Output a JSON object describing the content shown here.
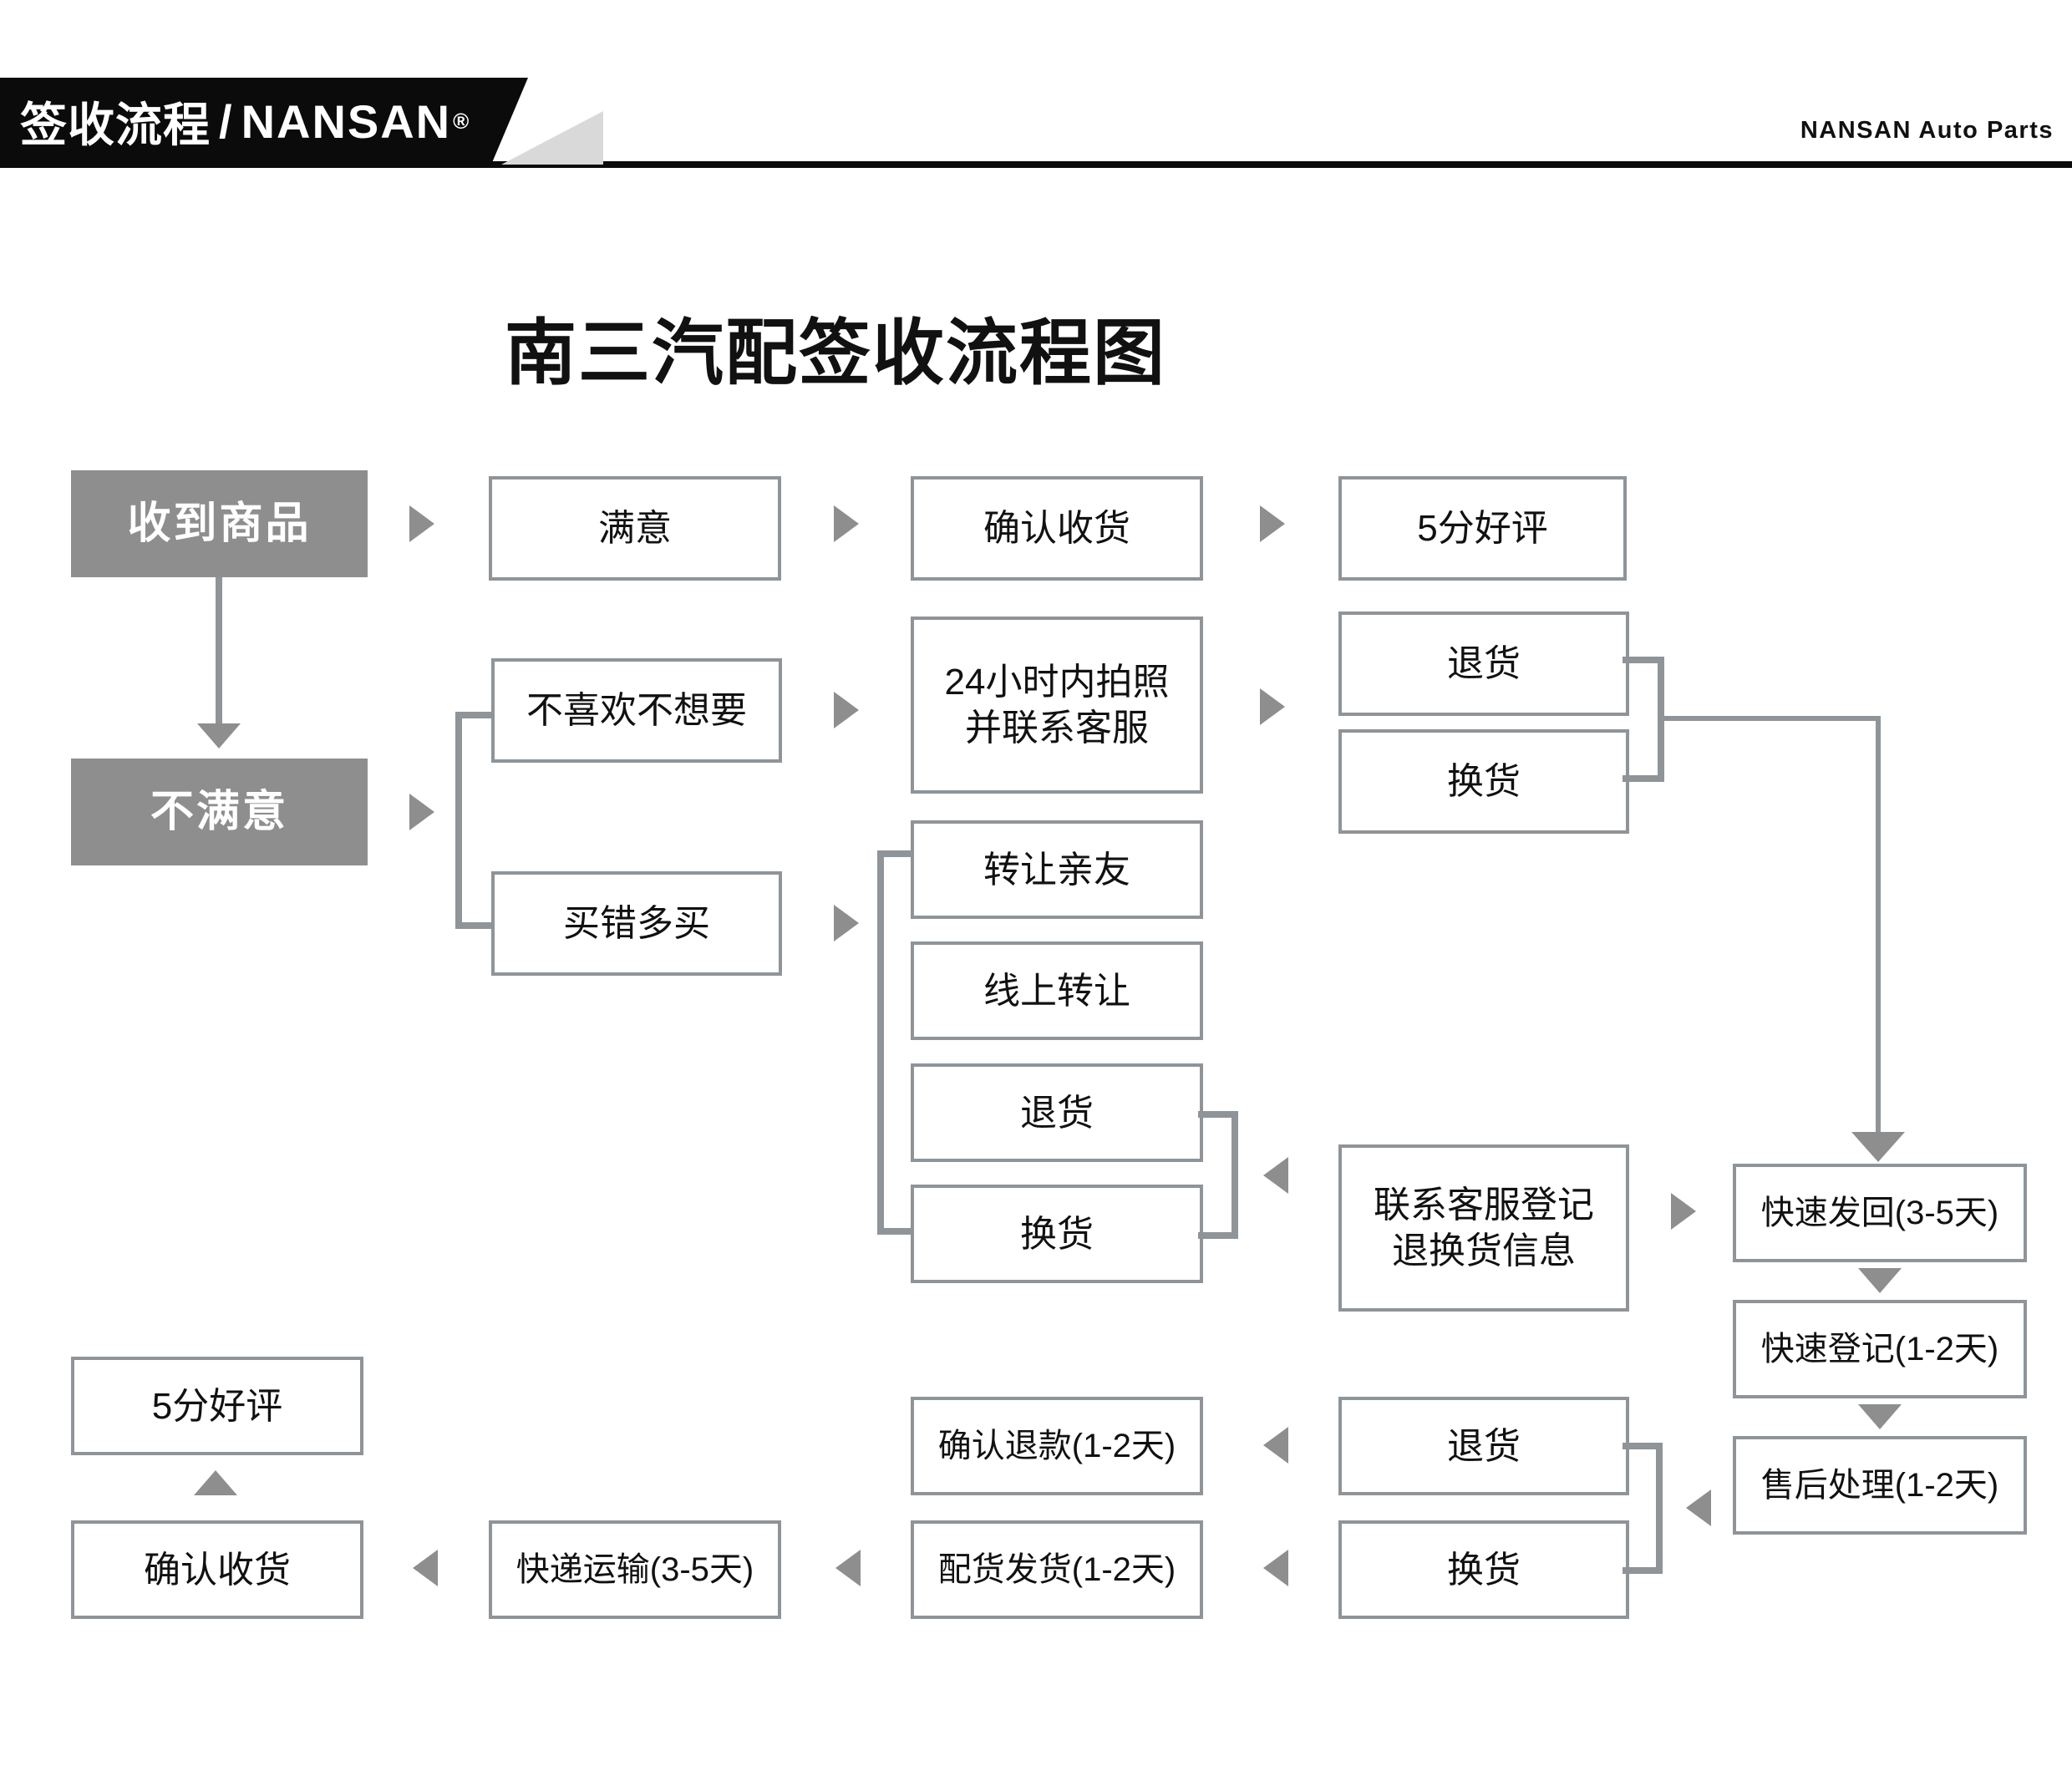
{
  "header": {
    "left_title_cn": "签收流程",
    "slash": "/",
    "brand": "NANSAN",
    "registered_mark": "®",
    "right_text": "NANSAN Auto Parts"
  },
  "title": "南三汽配签收流程图",
  "colors": {
    "filled_node_bg": "#8e8e8e",
    "node_border": "#8f9498",
    "connector": "#8e8e8e",
    "header_bar": "#0b0b0b",
    "text": "#111111"
  },
  "nodes": {
    "received_goods": "收到商品",
    "satisfied": "满意",
    "confirm_receipt_top": "确认收货",
    "five_star_top": "5分好评",
    "dissatisfied": "不满意",
    "dislike_dontwant": "不喜欢不想要",
    "photo_24h": "24小时内拍照\n并联系客服",
    "return_top": "退货",
    "exchange_top": "换货",
    "bought_wrong": "买错多买",
    "transfer_friends": "转让亲友",
    "transfer_online": "线上转让",
    "return_mid": "退货",
    "exchange_mid": "换货",
    "contact_service_register": "联系客服登记\n退换货信息",
    "fast_send_back": "快速发回(3-5天)",
    "fast_register": "快速登记(1-2天)",
    "after_sales": "售后处理(1-2天)",
    "return_bottom": "退货",
    "exchange_bottom": "换货",
    "confirm_refund": "确认退款(1-2天)",
    "ship_goods": "配货发货(1-2天)",
    "express_transport": "快递运输(3-5天)",
    "confirm_receipt_bottom": "确认收货",
    "five_star_bottom": "5分好评"
  }
}
